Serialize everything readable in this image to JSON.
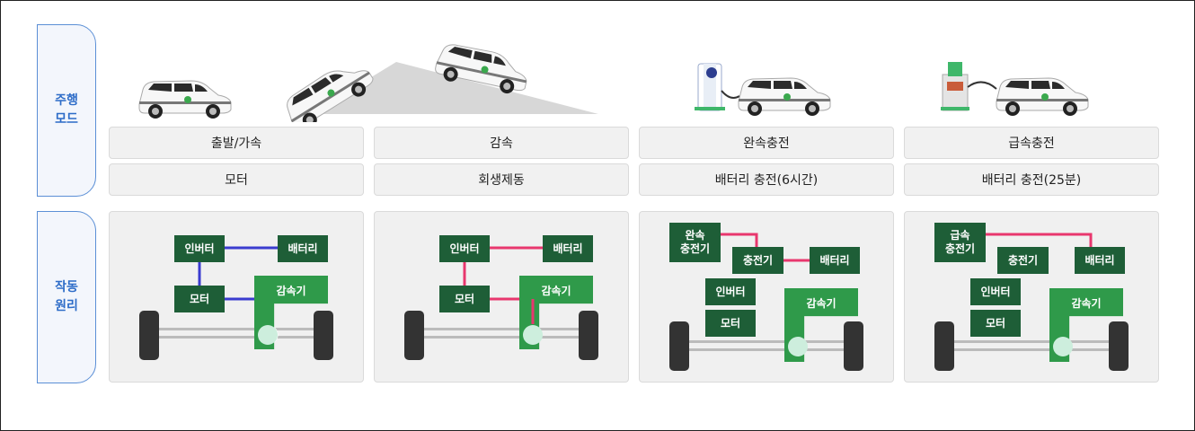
{
  "side_labels": {
    "mode": "주행\n모드",
    "principle": "작동\n원리"
  },
  "modes": [
    {
      "name": "출발/가속",
      "source": "모터"
    },
    {
      "name": "감속",
      "source": "회생제동"
    },
    {
      "name": "완속충전",
      "source": "배터리 충전(6시간)"
    },
    {
      "name": "급속충전",
      "source": "배터리 충전(25분)"
    }
  ],
  "components": {
    "inverter": "인버터",
    "battery": "배터리",
    "motor": "모터",
    "reducer": "감속기",
    "slow_charger": "완속\n충전기",
    "charger": "충전기",
    "fast_charger": "급속\n충전기"
  },
  "colors": {
    "dark_green": "#1e5e37",
    "green": "#2f9a4a",
    "blue_line": "#3a3ccf",
    "pink_line": "#e8376e",
    "label_blue": "#2d6cc8"
  }
}
